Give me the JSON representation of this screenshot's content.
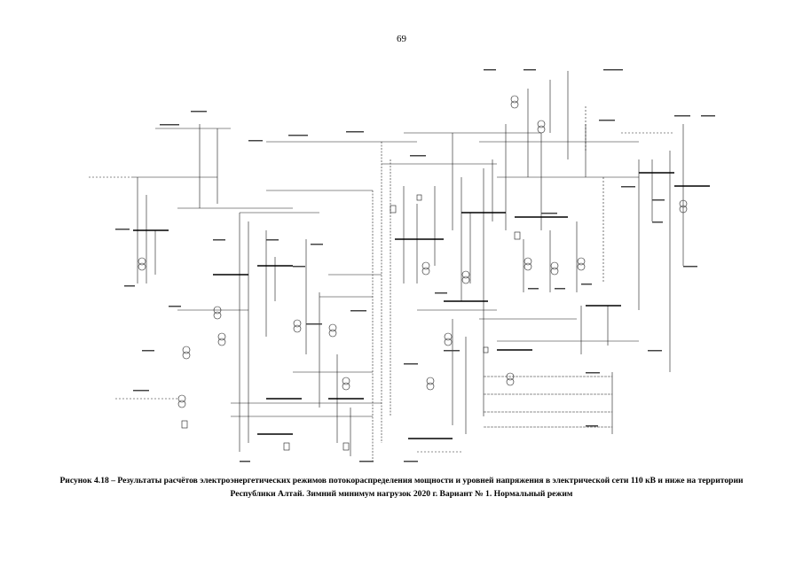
{
  "page": {
    "number": "69"
  },
  "caption": {
    "line1": "Рисунок 4.18 – Результаты расчётов электроэнергетических режимов потокораспределения мощности и уровней напряжения в электрической сети 110 кВ и ниже на территории",
    "line2": "Республики Алтай. Зимний минимум нагрузок 2020 г. Вариант № 1. Нормальный режим"
  },
  "diagram": {
    "line_color": "#1a1a1a",
    "bus_color": "#000000",
    "label_color": "#444444"
  }
}
